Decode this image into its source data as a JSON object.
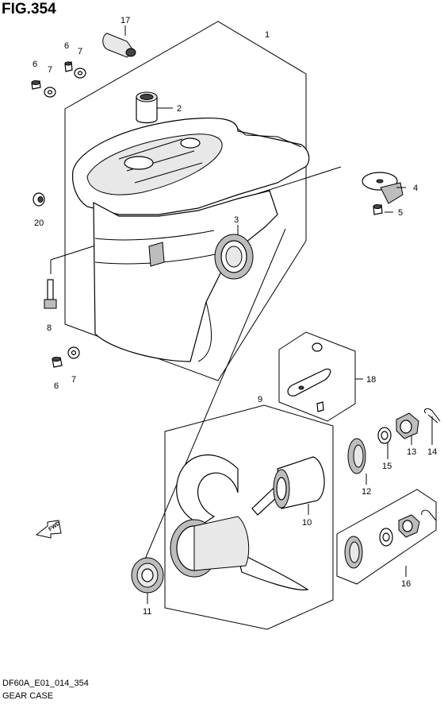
{
  "figure": {
    "title": "FIG.354",
    "model_code": "DF60A_E01_014_354",
    "caption": "GEAR CASE",
    "fwd_label": "FWD"
  },
  "callouts": [
    "1",
    "2",
    "3",
    "4",
    "5",
    "6",
    "7",
    "6",
    "7",
    "8",
    "6",
    "7",
    "9",
    "10",
    "11",
    "12",
    "13",
    "14",
    "15",
    "16",
    "17",
    "18",
    "20"
  ]
}
